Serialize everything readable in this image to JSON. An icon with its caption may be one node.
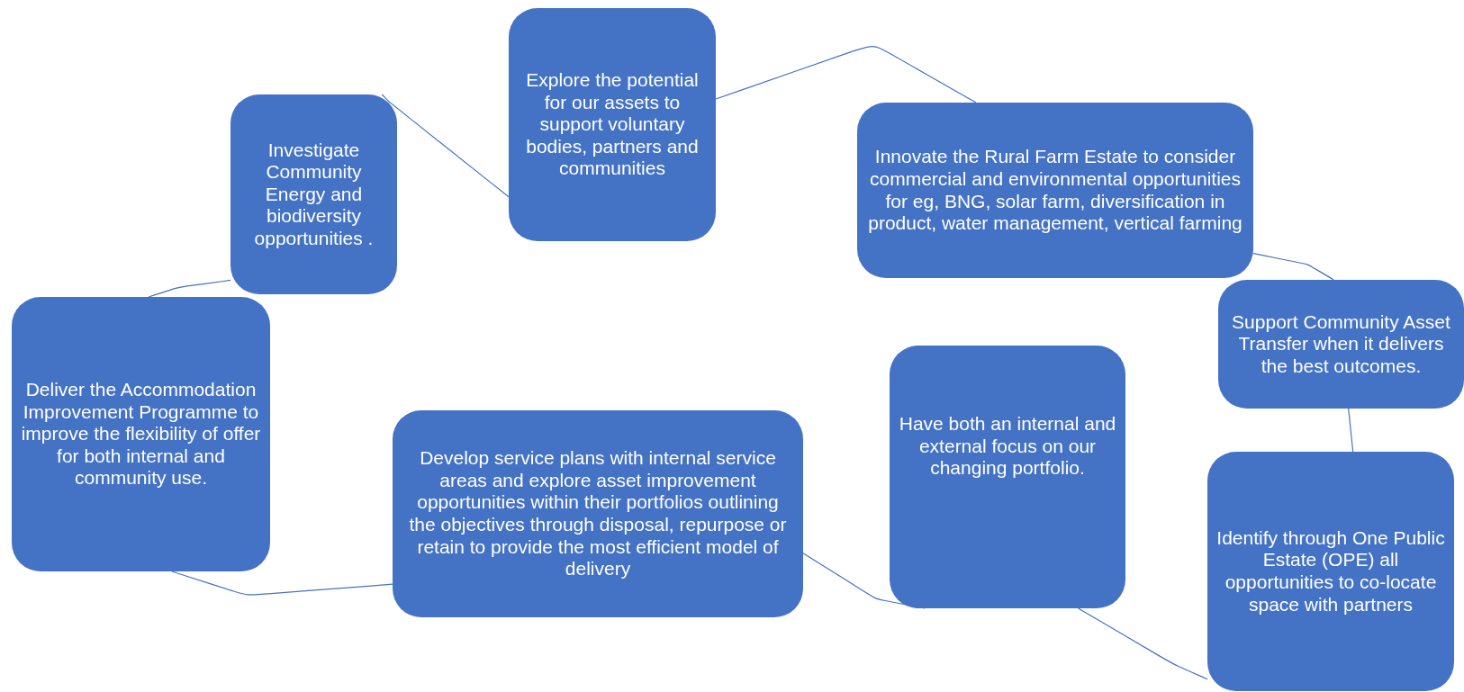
{
  "diagram": {
    "nodes": [
      {
        "text": [
          "Investigate Community Energy and biodiversity opportunities ."
        ]
      },
      {
        "text": [
          "Explore the potential for our assets to support voluntary bodies, partners and communities"
        ]
      },
      {
        "text": [
          "Innovate the Rural Farm Estate to consider commercial and environmental opportunities for eg, BNG, solar farm, diversification in product, water management, vertical farming"
        ]
      },
      {
        "text": [
          "Support Community Asset Transfer when it delivers the best outcomes."
        ]
      },
      {
        "text": [
          "Identify through One Public Estate (OPE) all opportunities to co-locate space with partners"
        ]
      },
      {
        "text": [
          "Have both an internal and external focus on our changing portfolio."
        ]
      },
      {
        "text": [
          "Develop service plans with internal service areas and explore asset improvement opportunities within their portfolios outlining the objectives through disposal, repurpose or retain to provide the most efficient model of delivery"
        ]
      },
      {
        "text": [
          "Deliver the Accommodation Improvement Programme to improve the flexibility of offer for both internal and community use."
        ]
      }
    ],
    "edges": [
      {
        "from": 0,
        "to": 1,
        "arrow": "none"
      },
      {
        "from": 1,
        "to": 2,
        "arrow": "none"
      },
      {
        "from": 2,
        "to": 3,
        "arrow": "none"
      },
      {
        "from": 3,
        "to": 4,
        "arrow": "none"
      },
      {
        "from": 4,
        "to": 5,
        "arrow": "none"
      },
      {
        "from": 5,
        "to": 6,
        "arrow": "none"
      },
      {
        "from": 6,
        "to": 7,
        "arrow": "none"
      },
      {
        "from": 7,
        "to": 0,
        "arrow": "none"
      }
    ]
  }
}
